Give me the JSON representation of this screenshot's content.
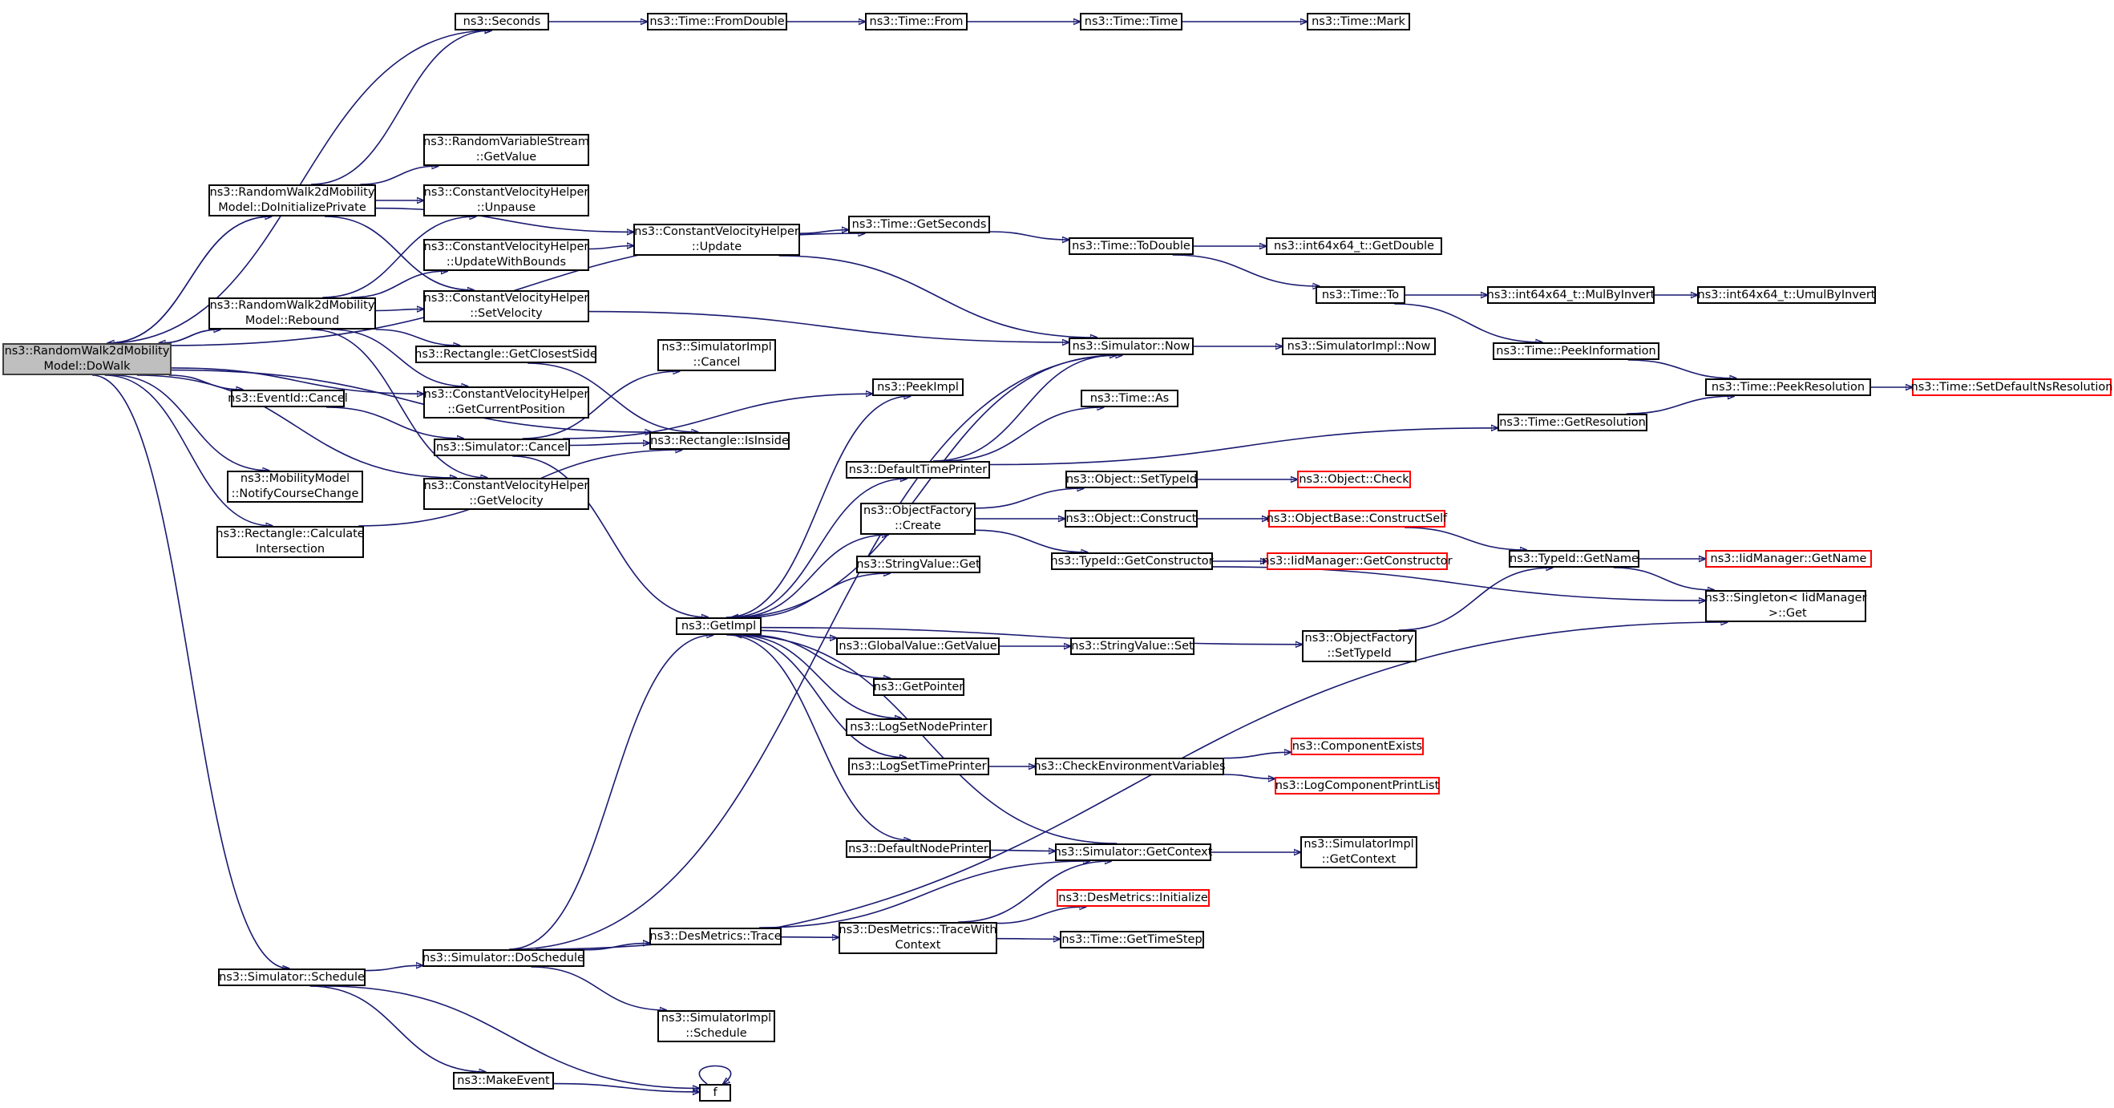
{
  "colors": {
    "edge": "#191970",
    "root_fill": "#bfbfbf",
    "external_border": "#ff0000"
  },
  "nodes": [
    {
      "id": "dowalk",
      "label": "ns3::RandomWalk2dMobility\nModel::DoWalk",
      "style": "root"
    },
    {
      "id": "seconds",
      "label": "ns3::Seconds"
    },
    {
      "id": "fromdouble",
      "label": "ns3::Time::FromDouble"
    },
    {
      "id": "from",
      "label": "ns3::Time::From"
    },
    {
      "id": "time",
      "label": "ns3::Time::Time"
    },
    {
      "id": "mark",
      "label": "ns3::Time::Mark"
    },
    {
      "id": "doinit",
      "label": "ns3::RandomWalk2dMobility\nModel::DoInitializePrivate"
    },
    {
      "id": "rvsget",
      "label": "ns3::RandomVariableStream\n::GetValue"
    },
    {
      "id": "unpause",
      "label": "ns3::ConstantVelocityHelper\n::Unpause"
    },
    {
      "id": "updbounds",
      "label": "ns3::ConstantVelocityHelper\n::UpdateWithBounds"
    },
    {
      "id": "cvhupdate",
      "label": "ns3::ConstantVelocityHelper\n::Update"
    },
    {
      "id": "getseconds",
      "label": "ns3::Time::GetSeconds"
    },
    {
      "id": "todouble",
      "label": "ns3::Time::ToDouble"
    },
    {
      "id": "i64getdouble",
      "label": "ns3::int64x64_t::GetDouble"
    },
    {
      "id": "timeto",
      "label": "ns3::Time::To"
    },
    {
      "id": "mulbyinv",
      "label": "ns3::int64x64_t::MulByInvert"
    },
    {
      "id": "umulbyinv",
      "label": "ns3::int64x64_t::UmulByInvert"
    },
    {
      "id": "rebound",
      "label": "ns3::RandomWalk2dMobility\nModel::Rebound"
    },
    {
      "id": "setvel",
      "label": "ns3::ConstantVelocityHelper\n::SetVelocity"
    },
    {
      "id": "simnow",
      "label": "ns3::Simulator::Now"
    },
    {
      "id": "simimplnow",
      "label": "ns3::SimulatorImpl::Now"
    },
    {
      "id": "peekinfo",
      "label": "ns3::Time::PeekInformation"
    },
    {
      "id": "closest",
      "label": "ns3::Rectangle::GetClosestSide"
    },
    {
      "id": "simimplcancel",
      "label": "ns3::SimulatorImpl\n::Cancel"
    },
    {
      "id": "getcurpos",
      "label": "ns3::ConstantVelocityHelper\n::GetCurrentPosition"
    },
    {
      "id": "peekimpl",
      "label": "ns3::PeekImpl"
    },
    {
      "id": "peekres",
      "label": "ns3::Time::PeekResolution"
    },
    {
      "id": "setdefres",
      "label": "ns3::Time::SetDefaultNsResolution",
      "style": "red"
    },
    {
      "id": "eventcancel",
      "label": "ns3::EventId::Cancel"
    },
    {
      "id": "timeas",
      "label": "ns3::Time::As"
    },
    {
      "id": "simcancel",
      "label": "ns3::Simulator::Cancel"
    },
    {
      "id": "isinside",
      "label": "ns3::Rectangle::IsInside"
    },
    {
      "id": "gettimeres",
      "label": "ns3::Time::GetResolution"
    },
    {
      "id": "deftimeprinter",
      "label": "ns3::DefaultTimePrinter"
    },
    {
      "id": "mobnotify",
      "label": "ns3::MobilityModel\n::NotifyCourseChange"
    },
    {
      "id": "getvel",
      "label": "ns3::ConstantVelocityHelper\n::GetVelocity"
    },
    {
      "id": "objsettypeid",
      "label": "ns3::Object::SetTypeId"
    },
    {
      "id": "objcheck",
      "label": "ns3::Object::Check",
      "style": "red"
    },
    {
      "id": "objfcreate",
      "label": "ns3::ObjectFactory\n::Create"
    },
    {
      "id": "objconstruct",
      "label": "ns3::Object::Construct"
    },
    {
      "id": "objbaseconstruct",
      "label": "ns3::ObjectBase::ConstructSelf",
      "style": "red"
    },
    {
      "id": "rectcalc",
      "label": "ns3::Rectangle::Calculate\nIntersection"
    },
    {
      "id": "typeidgetname",
      "label": "ns3::TypeId::GetName"
    },
    {
      "id": "iidgetname",
      "label": "ns3::IidManager::GetName",
      "style": "red"
    },
    {
      "id": "typeidgetctor",
      "label": "ns3::TypeId::GetConstructor"
    },
    {
      "id": "iidgetctor",
      "label": "ns3::IidManager::GetConstructor",
      "style": "red"
    },
    {
      "id": "strvalget",
      "label": "ns3::StringValue::Get"
    },
    {
      "id": "singleton",
      "label": "ns3::Singleton< IidManager\n >::Get"
    },
    {
      "id": "getimpl",
      "label": "ns3::GetImpl"
    },
    {
      "id": "objfsettypeid",
      "label": "ns3::ObjectFactory\n::SetTypeId"
    },
    {
      "id": "gvgetvalue",
      "label": "ns3::GlobalValue::GetValue"
    },
    {
      "id": "strvalset",
      "label": "ns3::StringValue::Set"
    },
    {
      "id": "getpointer",
      "label": "ns3::GetPointer"
    },
    {
      "id": "logsetnode",
      "label": "ns3::LogSetNodePrinter"
    },
    {
      "id": "compexists",
      "label": "ns3::ComponentExists",
      "style": "red"
    },
    {
      "id": "logsettime",
      "label": "ns3::LogSetTimePrinter"
    },
    {
      "id": "checkenv",
      "label": "ns3::CheckEnvironmentVariables"
    },
    {
      "id": "logcomplist",
      "label": "ns3::LogComponentPrintList",
      "style": "red"
    },
    {
      "id": "defnodeprinter",
      "label": "ns3::DefaultNodePrinter"
    },
    {
      "id": "simgetctx",
      "label": "ns3::Simulator::GetContext"
    },
    {
      "id": "simimplgetctx",
      "label": "ns3::SimulatorImpl\n::GetContext"
    },
    {
      "id": "desinit",
      "label": "ns3::DesMetrics::Initialize",
      "style": "red"
    },
    {
      "id": "destrace",
      "label": "ns3::DesMetrics::Trace"
    },
    {
      "id": "destracectx",
      "label": "ns3::DesMetrics::TraceWith\nContext"
    },
    {
      "id": "gettimestep",
      "label": "ns3::Time::GetTimeStep"
    },
    {
      "id": "simschedule",
      "label": "ns3::Simulator::Schedule"
    },
    {
      "id": "simdoschedule",
      "label": "ns3::Simulator::DoSchedule"
    },
    {
      "id": "simimplschedule",
      "label": "ns3::SimulatorImpl\n::Schedule"
    },
    {
      "id": "makeevent",
      "label": "ns3::MakeEvent"
    },
    {
      "id": "f",
      "label": "f"
    }
  ],
  "edges": [
    [
      "dowalk",
      "seconds"
    ],
    [
      "dowalk",
      "doinit"
    ],
    [
      "dowalk",
      "rebound"
    ],
    [
      "dowalk",
      "getseconds"
    ],
    [
      "dowalk",
      "getcurpos"
    ],
    [
      "dowalk",
      "eventcancel"
    ],
    [
      "dowalk",
      "getvel"
    ],
    [
      "dowalk",
      "mobnotify"
    ],
    [
      "dowalk",
      "rectcalc"
    ],
    [
      "dowalk",
      "isinside"
    ],
    [
      "dowalk",
      "simschedule"
    ],
    [
      "seconds",
      "fromdouble"
    ],
    [
      "fromdouble",
      "from"
    ],
    [
      "from",
      "time"
    ],
    [
      "time",
      "mark"
    ],
    [
      "doinit",
      "dowalk"
    ],
    [
      "doinit",
      "seconds"
    ],
    [
      "doinit",
      "rvsget"
    ],
    [
      "doinit",
      "unpause"
    ],
    [
      "doinit",
      "cvhupdate"
    ],
    [
      "doinit",
      "setvel"
    ],
    [
      "rebound",
      "dowalk"
    ],
    [
      "rebound",
      "updbounds"
    ],
    [
      "rebound",
      "unpause"
    ],
    [
      "rebound",
      "setvel"
    ],
    [
      "rebound",
      "closest"
    ],
    [
      "rebound",
      "getcurpos"
    ],
    [
      "rebound",
      "getvel"
    ],
    [
      "updbounds",
      "cvhupdate"
    ],
    [
      "cvhupdate",
      "getseconds"
    ],
    [
      "cvhupdate",
      "simnow"
    ],
    [
      "getseconds",
      "todouble"
    ],
    [
      "todouble",
      "i64getdouble"
    ],
    [
      "todouble",
      "timeto"
    ],
    [
      "timeto",
      "mulbyinv"
    ],
    [
      "timeto",
      "peekinfo"
    ],
    [
      "mulbyinv",
      "umulbyinv"
    ],
    [
      "setvel",
      "simnow"
    ],
    [
      "simnow",
      "simimplnow"
    ],
    [
      "simnow",
      "getimpl"
    ],
    [
      "peekinfo",
      "peekres"
    ],
    [
      "peekres",
      "setdefres"
    ],
    [
      "gettimeres",
      "peekres"
    ],
    [
      "closest",
      "isinside"
    ],
    [
      "eventcancel",
      "simcancel"
    ],
    [
      "simcancel",
      "simimplcancel"
    ],
    [
      "simcancel",
      "peekimpl"
    ],
    [
      "simcancel",
      "getimpl"
    ],
    [
      "simcancel",
      "isinside"
    ],
    [
      "rectcalc",
      "isinside"
    ],
    [
      "deftimeprinter",
      "simnow"
    ],
    [
      "deftimeprinter",
      "timeas"
    ],
    [
      "deftimeprinter",
      "gettimeres"
    ],
    [
      "getimpl",
      "peekimpl"
    ],
    [
      "getimpl",
      "deftimeprinter"
    ],
    [
      "getimpl",
      "objfcreate"
    ],
    [
      "getimpl",
      "strvalget"
    ],
    [
      "getimpl",
      "gvgetvalue"
    ],
    [
      "getimpl",
      "getpointer"
    ],
    [
      "getimpl",
      "logsetnode"
    ],
    [
      "getimpl",
      "logsettime"
    ],
    [
      "getimpl",
      "defnodeprinter"
    ],
    [
      "getimpl",
      "objfsettypeid"
    ],
    [
      "objfcreate",
      "objsettypeid"
    ],
    [
      "objfcreate",
      "objconstruct"
    ],
    [
      "objfcreate",
      "typeidgetctor"
    ],
    [
      "objsettypeid",
      "objcheck"
    ],
    [
      "objconstruct",
      "objbaseconstruct"
    ],
    [
      "objbaseconstruct",
      "typeidgetname"
    ],
    [
      "typeidgetctor",
      "iidgetctor"
    ],
    [
      "typeidgetctor",
      "singleton"
    ],
    [
      "typeidgetname",
      "iidgetname"
    ],
    [
      "typeidgetname",
      "singleton"
    ],
    [
      "objfsettypeid",
      "typeidgetname"
    ],
    [
      "gvgetvalue",
      "strvalset"
    ],
    [
      "logsettime",
      "checkenv"
    ],
    [
      "checkenv",
      "compexists"
    ],
    [
      "checkenv",
      "logcomplist"
    ],
    [
      "defnodeprinter",
      "simgetctx"
    ],
    [
      "simgetctx",
      "simimplgetctx"
    ],
    [
      "simgetctx",
      "getimpl"
    ],
    [
      "destrace",
      "simgetctx"
    ],
    [
      "destrace",
      "destracectx"
    ],
    [
      "destracectx",
      "desinit"
    ],
    [
      "destracectx",
      "gettimestep"
    ],
    [
      "destracectx",
      "simgetctx"
    ],
    [
      "simschedule",
      "simdoschedule"
    ],
    [
      "simschedule",
      "makeevent"
    ],
    [
      "simschedule",
      "f"
    ],
    [
      "simdoschedule",
      "simnow"
    ],
    [
      "simdoschedule",
      "getimpl"
    ],
    [
      "simdoschedule",
      "destrace"
    ],
    [
      "simdoschedule",
      "simimplschedule"
    ],
    [
      "simdoschedule",
      "singleton"
    ],
    [
      "makeevent",
      "f"
    ],
    [
      "f",
      "f"
    ]
  ]
}
